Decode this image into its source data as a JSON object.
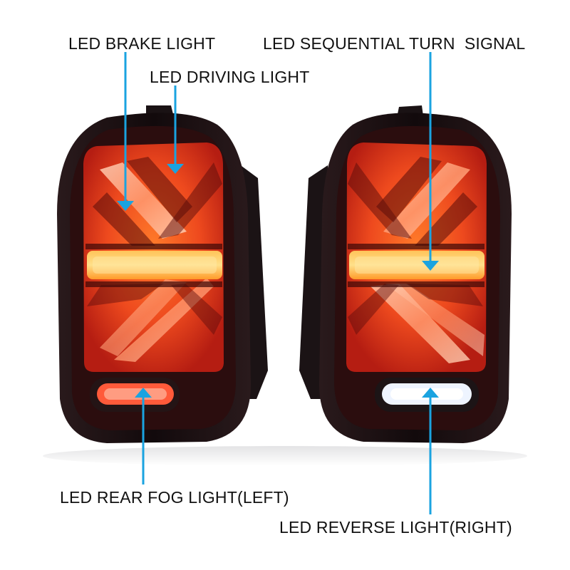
{
  "labels": {
    "brake": "LED BRAKE LIGHT",
    "driving": "LED DRIVING LIGHT",
    "turn": "LED SEQUENTIAL TURN  SIGNAL",
    "fog": "LED REAR FOG LIGHT(LEFT)",
    "reverse": "LED REVERSE LIGHT(RIGHT)"
  },
  "colors": {
    "leader_line": "#1aa3e0",
    "housing": "#1c1214",
    "lens_red": "#e0321c",
    "bar_amber": "#ffb23a",
    "reverse_white": "#ffffff"
  }
}
